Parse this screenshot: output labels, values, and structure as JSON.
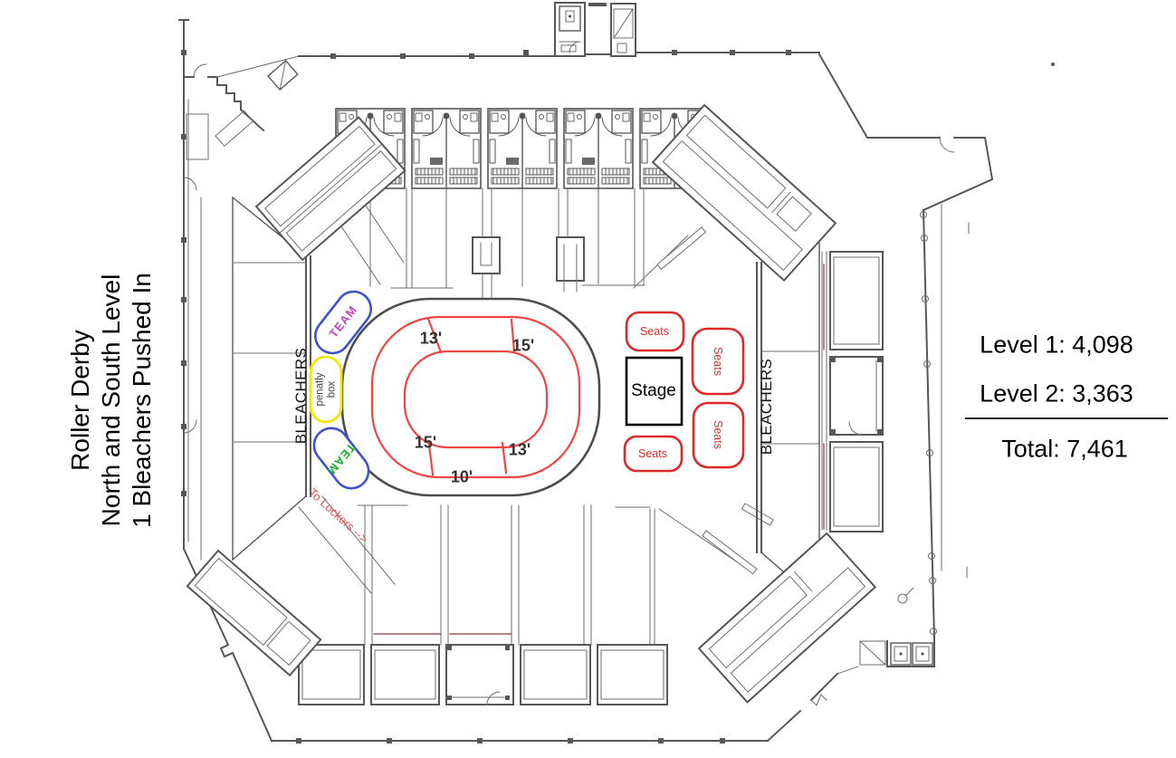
{
  "side_label": {
    "line1": "Roller Derby",
    "line2": "North and South Level",
    "line3": "1 Bleachers Pushed In"
  },
  "capacity": {
    "level1": "Level 1: 4,098",
    "level2": "Level 2: 3,363",
    "total": "Total: 7,461"
  },
  "floor": {
    "bleachers_left": "BLEACHERS",
    "bleachers_right": "BLEACHERS",
    "team_box_top": "TEAM",
    "team_box_bottom": "TEAM",
    "penalty_box_line1": "penatly",
    "penalty_box_line2": "box",
    "to_lockers": "To Lockers -->",
    "stage": "Stage",
    "seats_top": "Seats",
    "seats_bottom": "Seats",
    "seats_right_upper": "Seats",
    "seats_right_lower": "Seats",
    "track_dimensions": {
      "top_left": "13'",
      "top_right": "15'",
      "bottom_left": "15'",
      "bottom_right": "13'",
      "bottom_center": "10'"
    }
  },
  "colors": {
    "plan_gray": "#575757",
    "track_gray": "#4d4d4d",
    "track_red": "#ee4545",
    "seat_red": "#e02828",
    "team_blue": "#3f51cc",
    "team_magenta": "#c343c3",
    "team_green": "#17ae2e",
    "penalty_yellow": "#f0e800",
    "locker_red": "#e34f4f"
  }
}
